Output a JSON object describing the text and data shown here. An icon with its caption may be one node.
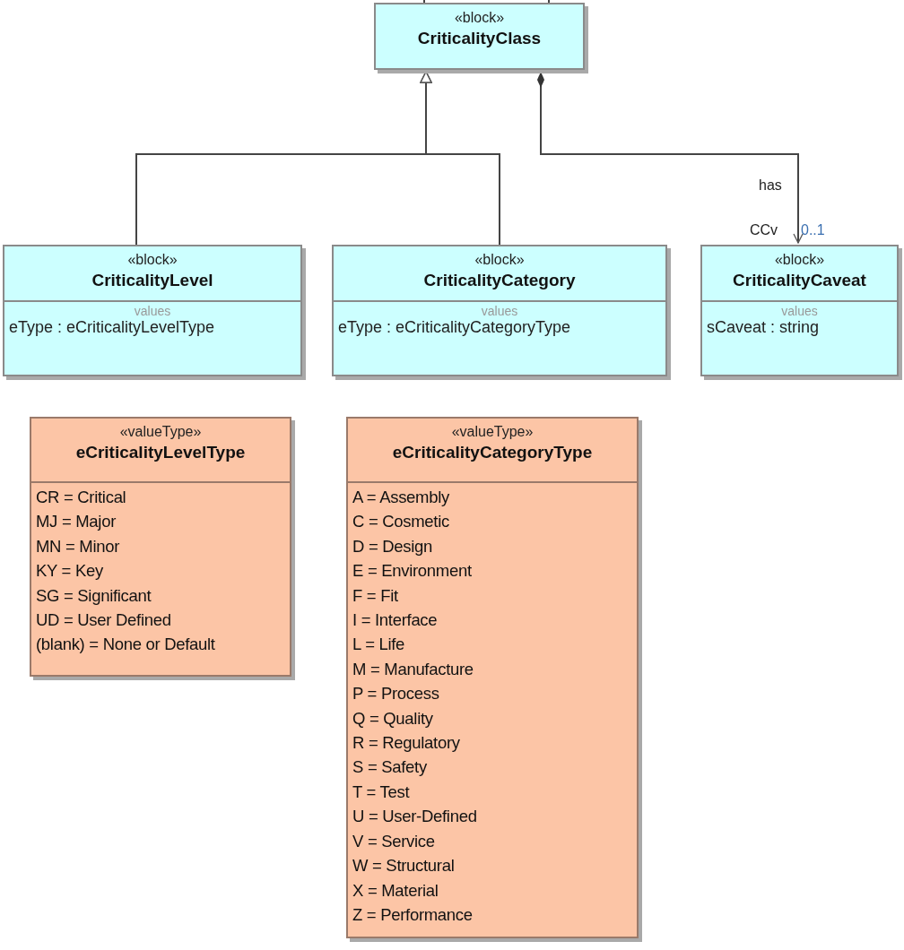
{
  "diagram": {
    "nodes": [
      {
        "text": [
          "«block»",
          "CriticalityClass"
        ]
      },
      {
        "text": [
          "«block»",
          "CriticalityLevel",
          "values",
          "eType : eCriticalityLevelType"
        ]
      },
      {
        "text": [
          "«block»",
          "CriticalityCategory",
          "values",
          "eType : eCriticalityCategoryType"
        ]
      },
      {
        "text": [
          "«block»",
          "CriticalityCaveat",
          "values",
          "sCaveat : string"
        ]
      },
      {
        "text": [
          "«valueType»",
          "eCriticalityLevelType",
          "CR = Critical",
          "MJ = Major",
          "MN = Minor",
          "KY = Key",
          "SG = Significant",
          "UD = User Defined",
          "(blank) = None or Default"
        ]
      },
      {
        "text": [
          "«valueType»",
          "eCriticalityCategoryType",
          "A = Assembly",
          "C = Cosmetic",
          "D = Design",
          "E = Environment",
          "F = Fit",
          "I = Interface",
          "L = Life",
          "M = Manufacture",
          "P = Process",
          "Q = Quality",
          "R = Regulatory",
          "S = Safety",
          "T = Test",
          "U = User-Defined",
          "V = Service",
          "W = Structural",
          "X = Material",
          "Z = Performance"
        ]
      }
    ],
    "edges": [
      {
        "from": 1,
        "to": 0,
        "arrow": "to"
      },
      {
        "from": 2,
        "to": 0,
        "arrow": "to"
      },
      {
        "from": 0,
        "to": 3,
        "arrow": "to",
        "label": "has"
      },
      {
        "from": null,
        "to": 0,
        "arrow": "none"
      },
      {
        "from": null,
        "to": 0,
        "arrow": "none"
      }
    ],
    "labels": [
      "CCv",
      "0..1"
    ]
  }
}
